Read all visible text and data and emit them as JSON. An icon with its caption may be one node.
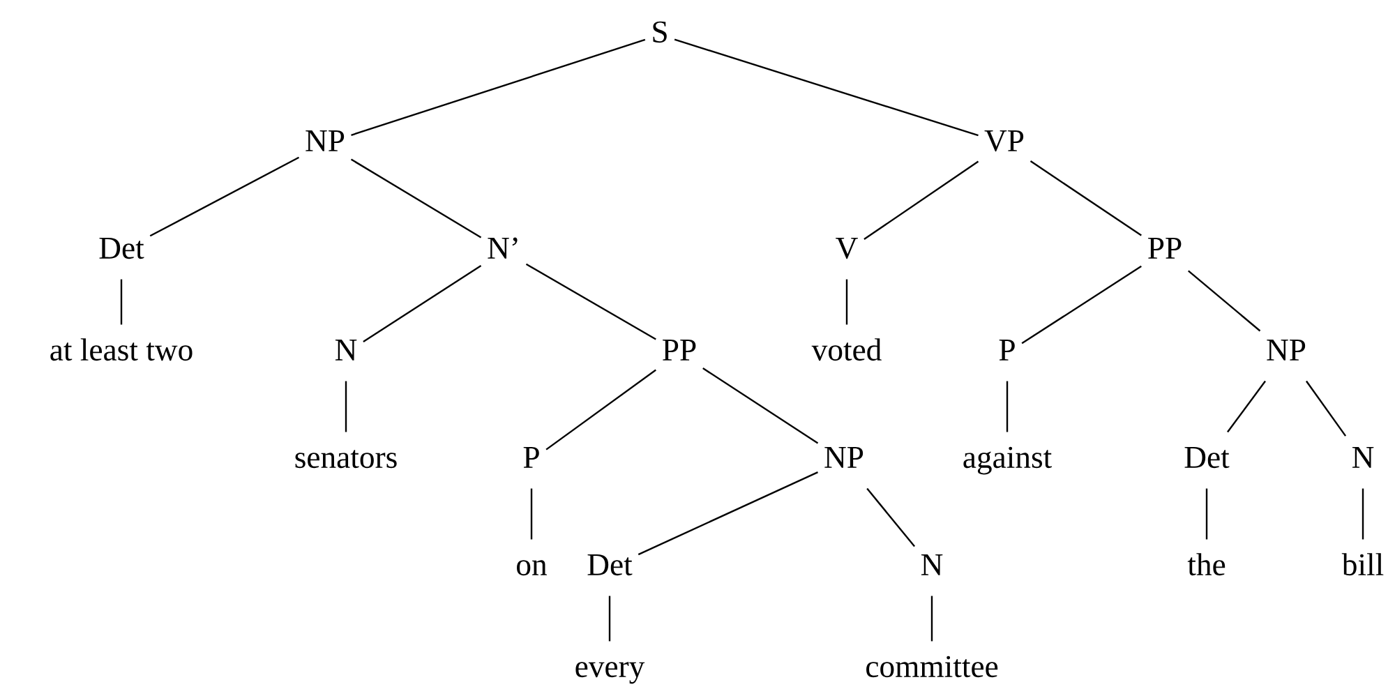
{
  "diagram": {
    "nodes": [
      {
        "text": [
          "S"
        ]
      },
      {
        "text": [
          "NP"
        ]
      },
      {
        "text": [
          "VP"
        ]
      },
      {
        "text": [
          "Det"
        ]
      },
      {
        "text": [
          "N’"
        ]
      },
      {
        "text": [
          "V"
        ]
      },
      {
        "text": [
          "PP"
        ]
      },
      {
        "text": [
          "at least two"
        ]
      },
      {
        "text": [
          "N"
        ]
      },
      {
        "text": [
          "PP"
        ]
      },
      {
        "text": [
          "voted"
        ]
      },
      {
        "text": [
          "P"
        ]
      },
      {
        "text": [
          "NP"
        ]
      },
      {
        "text": [
          "senators"
        ]
      },
      {
        "text": [
          "P"
        ]
      },
      {
        "text": [
          "NP"
        ]
      },
      {
        "text": [
          "against"
        ]
      },
      {
        "text": [
          "Det"
        ]
      },
      {
        "text": [
          "N"
        ]
      },
      {
        "text": [
          "on"
        ]
      },
      {
        "text": [
          "Det"
        ]
      },
      {
        "text": [
          "N"
        ]
      },
      {
        "text": [
          "the"
        ]
      },
      {
        "text": [
          "bill"
        ]
      },
      {
        "text": [
          "every"
        ]
      },
      {
        "text": [
          "committee"
        ]
      }
    ],
    "edges": [
      {
        "from": 0,
        "to": 1,
        "arrow": "none"
      },
      {
        "from": 0,
        "to": 2,
        "arrow": "none"
      },
      {
        "from": 1,
        "to": 3,
        "arrow": "none"
      },
      {
        "from": 1,
        "to": 4,
        "arrow": "none"
      },
      {
        "from": 2,
        "to": 5,
        "arrow": "none"
      },
      {
        "from": 2,
        "to": 6,
        "arrow": "none"
      },
      {
        "from": 3,
        "to": 7,
        "arrow": "none"
      },
      {
        "from": 4,
        "to": 8,
        "arrow": "none"
      },
      {
        "from": 4,
        "to": 9,
        "arrow": "none"
      },
      {
        "from": 5,
        "to": 10,
        "arrow": "none"
      },
      {
        "from": 6,
        "to": 11,
        "arrow": "none"
      },
      {
        "from": 6,
        "to": 12,
        "arrow": "none"
      },
      {
        "from": 8,
        "to": 13,
        "arrow": "none"
      },
      {
        "from": 9,
        "to": 14,
        "arrow": "none"
      },
      {
        "from": 9,
        "to": 15,
        "arrow": "none"
      },
      {
        "from": 11,
        "to": 16,
        "arrow": "none"
      },
      {
        "from": 12,
        "to": 17,
        "arrow": "none"
      },
      {
        "from": 12,
        "to": 18,
        "arrow": "none"
      },
      {
        "from": 14,
        "to": 19,
        "arrow": "none"
      },
      {
        "from": 15,
        "to": 20,
        "arrow": "none"
      },
      {
        "from": 15,
        "to": 21,
        "arrow": "none"
      },
      {
        "from": 17,
        "to": 22,
        "arrow": "none"
      },
      {
        "from": 18,
        "to": 23,
        "arrow": "none"
      },
      {
        "from": 20,
        "to": 24,
        "arrow": "none"
      },
      {
        "from": 21,
        "to": 25,
        "arrow": "none"
      }
    ]
  }
}
